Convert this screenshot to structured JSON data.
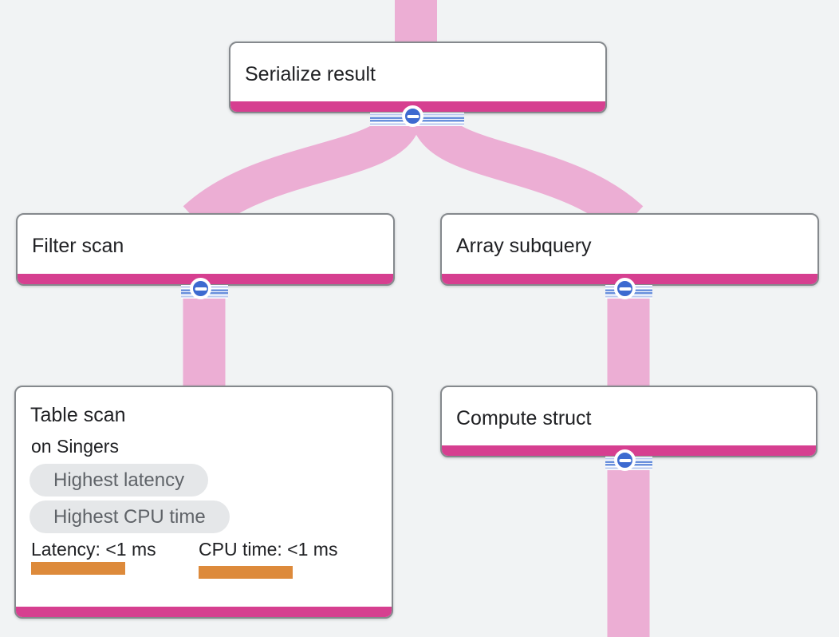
{
  "diagram": {
    "type": "query-execution-plan-graph",
    "nodes": [
      {
        "id": "serialize-result",
        "label": "Serialize result"
      },
      {
        "id": "filter-scan",
        "label": "Filter scan"
      },
      {
        "id": "array-subquery",
        "label": "Array subquery"
      },
      {
        "id": "table-scan",
        "label": "Table scan",
        "sublabel": "on Singers",
        "badges": [
          "Highest latency",
          "Highest CPU time"
        ],
        "metrics": [
          {
            "label": "Latency: <1 ms"
          },
          {
            "label": "CPU time: <1 ms"
          }
        ]
      },
      {
        "id": "compute-struct",
        "label": "Compute struct"
      }
    ],
    "edges": [
      {
        "from": "offscreen-parent",
        "to": "serialize-result"
      },
      {
        "from": "serialize-result",
        "to": "filter-scan"
      },
      {
        "from": "serialize-result",
        "to": "array-subquery"
      },
      {
        "from": "filter-scan",
        "to": "table-scan"
      },
      {
        "from": "array-subquery",
        "to": "compute-struct"
      },
      {
        "from": "compute-struct",
        "to": "offscreen-child"
      }
    ],
    "icons": {
      "collapse": "minus-icon"
    },
    "colors": {
      "background": "#f1f3f4",
      "node_fill": "#ffffff",
      "node_border": "#85898d",
      "accent_bar": "#d63f90",
      "edge_flow": "#ecaed4",
      "collapse_button_blue": "#3d6ad0",
      "stripe_light": "#b9c8ef",
      "stripe_dark": "#6a90dc",
      "badge_background": "#e5e7e9",
      "badge_text": "#5f6368",
      "metric_bar_orange": "#dd8a3b",
      "text": "#202124"
    }
  }
}
